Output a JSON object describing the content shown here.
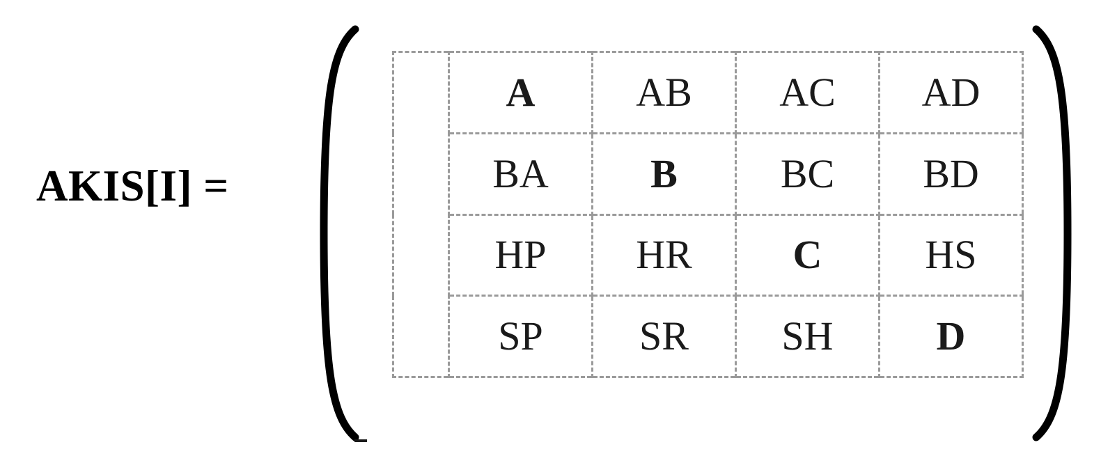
{
  "equation": {
    "label": "AKIS[I] =",
    "accent_color": "#1c76c0",
    "text_color": "#1a1a1a",
    "grid_line_color": "#9a9a9a",
    "bracket_color": "#000000",
    "left_bracket": "(",
    "right_bracket": ")"
  },
  "matrix": {
    "rows": 4,
    "cols": 4,
    "spacer_column": "",
    "cells": [
      [
        {
          "text": "A",
          "diagonal": true
        },
        {
          "text": "AB",
          "diagonal": false
        },
        {
          "text": "AC",
          "diagonal": false
        },
        {
          "text": "AD",
          "diagonal": false
        }
      ],
      [
        {
          "text": "BA",
          "diagonal": false
        },
        {
          "text": "B",
          "diagonal": true
        },
        {
          "text": "BC",
          "diagonal": false
        },
        {
          "text": "BD",
          "diagonal": false
        }
      ],
      [
        {
          "text": "HP",
          "diagonal": false
        },
        {
          "text": "HR",
          "diagonal": false
        },
        {
          "text": "C",
          "diagonal": true
        },
        {
          "text": "HS",
          "diagonal": false
        }
      ],
      [
        {
          "text": "SP",
          "diagonal": false
        },
        {
          "text": "SR",
          "diagonal": false
        },
        {
          "text": "SH",
          "diagonal": false
        },
        {
          "text": "D",
          "diagonal": true
        }
      ]
    ]
  }
}
